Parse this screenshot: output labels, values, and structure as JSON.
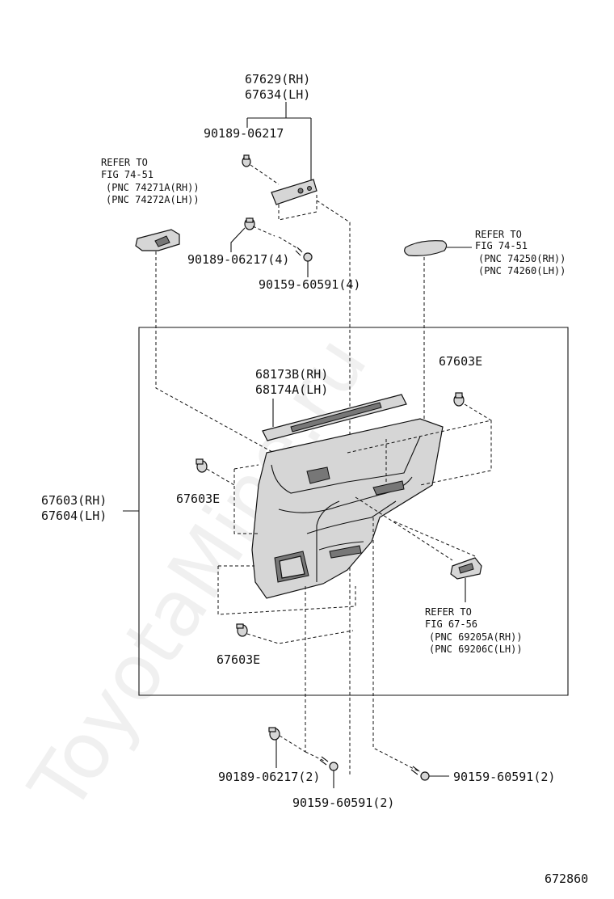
{
  "diagram_id": "672860",
  "watermark": "ToyotaMine.ru",
  "labels": {
    "top_rh": "67629(RH)",
    "top_lh": "67634(LH)",
    "clip_top": "90189-06217",
    "refer1_l1": "REFER TO",
    "refer1_l2": "FIG 74-51",
    "refer1_l3": "(PNC 74271A(RH))",
    "refer1_l4": "(PNC 74272A(LH))",
    "clip_mid": "90189-06217(4)",
    "screw_mid": "90159-60591(4)",
    "refer2_l1": "REFER TO",
    "refer2_l2": "FIG 74-51",
    "refer2_l3": "(PNC 74250(RH))",
    "refer2_l4": "(PNC 74260(LH))",
    "strip_rh": "68173B(RH)",
    "strip_lh": "68174A(LH)",
    "clip_e_top": "67603E",
    "board_rh": "67603(RH)",
    "board_lh": "67604(LH)",
    "clip_e_left": "67603E",
    "refer3_l1": "REFER TO",
    "refer3_l2": "FIG 67-56",
    "refer3_l3": "(PNC 69205A(RH))",
    "refer3_l4": "(PNC 69206C(LH))",
    "clip_e_bottom": "67603E",
    "clip_bottom": "90189-06217(2)",
    "screw_bottom": "90159-60591(2)",
    "screw_bottom_right": "90159-60591(2)"
  }
}
